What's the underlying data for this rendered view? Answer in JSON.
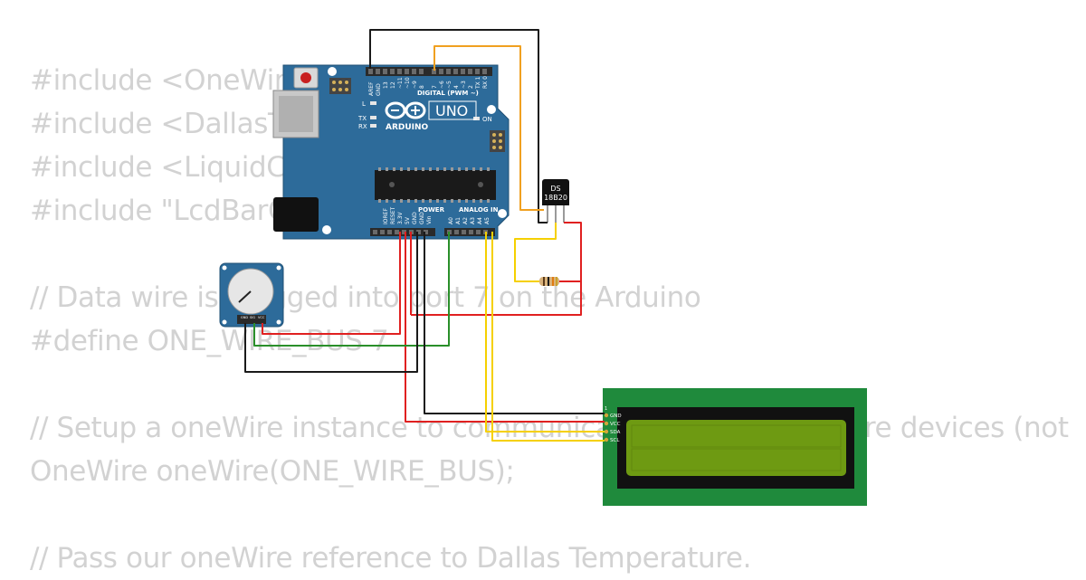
{
  "code_lines": [
    "#include <OneWire.h>",
    "#include <DallasTemperature.h>",
    "#include <LiquidCrystal_I2C.h>",
    "#include \"LcdBarGraphI2C.h\"",
    "// Data wire is plugged into port 7 on the Arduino",
    "#define ONE_WIRE_BUS 7",
    "// Setup a oneWire instance to communicate with any OneWire devices (not",
    "OneWire oneWire(ONE_WIRE_BUS);",
    "// Pass our oneWire reference to Dallas Temperature."
  ],
  "arduino": {
    "model": "UNO",
    "brand": "ARDUINO",
    "digital_header": "DIGITAL (PWM ~)",
    "power_label": "POWER",
    "analog_label": "ANALOG IN",
    "led_l": "L",
    "led_tx": "TX",
    "led_rx": "RX",
    "led_on": "ON",
    "top_pins": [
      "AREF",
      "GND",
      "13",
      "12",
      "~11",
      "~10",
      "~9",
      "8",
      "7",
      "~6",
      "~5",
      "4",
      "~3",
      "2",
      "TX 1",
      "RX 0"
    ],
    "bottom_pins": [
      "IOREF",
      "RESET",
      "3.3V",
      "5V",
      "GND",
      "GND",
      "Vin",
      "A0",
      "A1",
      "A2",
      "A3",
      "A4",
      "A5"
    ]
  },
  "sensor": {
    "line1": "DS",
    "line2": "18B20"
  },
  "potentiometer": {
    "pins": [
      "GND",
      "SIG",
      "VCC"
    ]
  },
  "lcd": {
    "pin1_marker": "1",
    "pins": [
      "GND",
      "VCC",
      "SDA",
      "SCL"
    ]
  },
  "colors": {
    "board": "#2d6b9a",
    "wire_black": "#1a1a1a",
    "wire_red": "#e02020",
    "wire_green": "#2a8f2a",
    "wire_yellow": "#f5c400",
    "wire_orange": "#f0a020",
    "lcd_pcb": "#1f8a3c",
    "lcd_screen": "#6e9a12"
  }
}
